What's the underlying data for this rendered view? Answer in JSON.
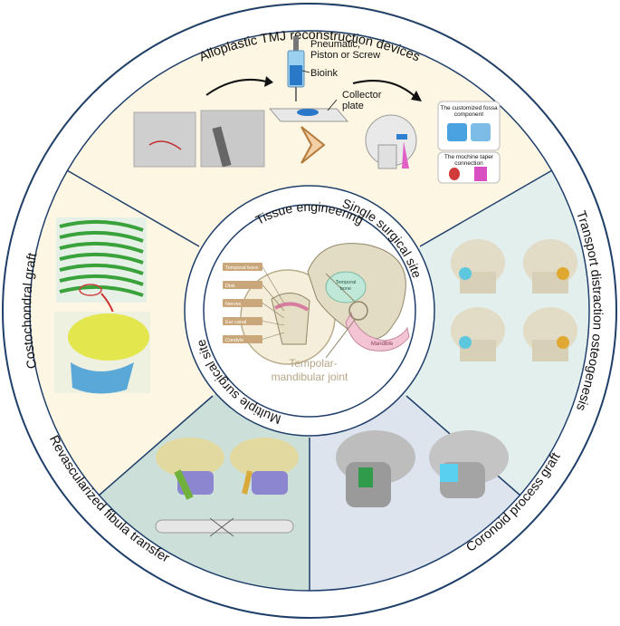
{
  "outer_labels": {
    "top": "Alloplastic TMJ reconstruction devices",
    "right": "Transport distraction osteogenesis",
    "bottom_right": "Coronoid process graft",
    "bottom_left": "Revascularized fibula transfer",
    "left": "Costochondral graft"
  },
  "inner_labels": {
    "top": "Tissue engineering",
    "left": "Multiple surgical site",
    "right": "Single surgical site"
  },
  "bioprinter": {
    "actuator": "Pneumatic,\nPiston or Screw",
    "ink": "Bioink",
    "plate": "Collector\nplate"
  },
  "device_notes": {
    "fossa": "The customized fossa\ncomponent",
    "taper": "The mochine taper\nconnection"
  },
  "center_figure": {
    "left_tags": [
      "Temporal bone",
      "Disk",
      "Nerves",
      "Ear canal",
      "Condyle"
    ],
    "bone_label": "Temporal\nbone",
    "mandible_label": "Mandible",
    "joint_label": "Tempolar-\nmandibular joint"
  },
  "colors": {
    "cream": "#fdf6e3",
    "mint": "#e3efed",
    "teal": "#cddfd9",
    "blue": "#dde4ee",
    "border": "#1f3f6b",
    "skull_fill": "#d8d2c0",
    "rib_green": "#3aa23a",
    "jaw_yellow": "#e4e64d",
    "cartilage_blue": "#5aa8d8"
  }
}
